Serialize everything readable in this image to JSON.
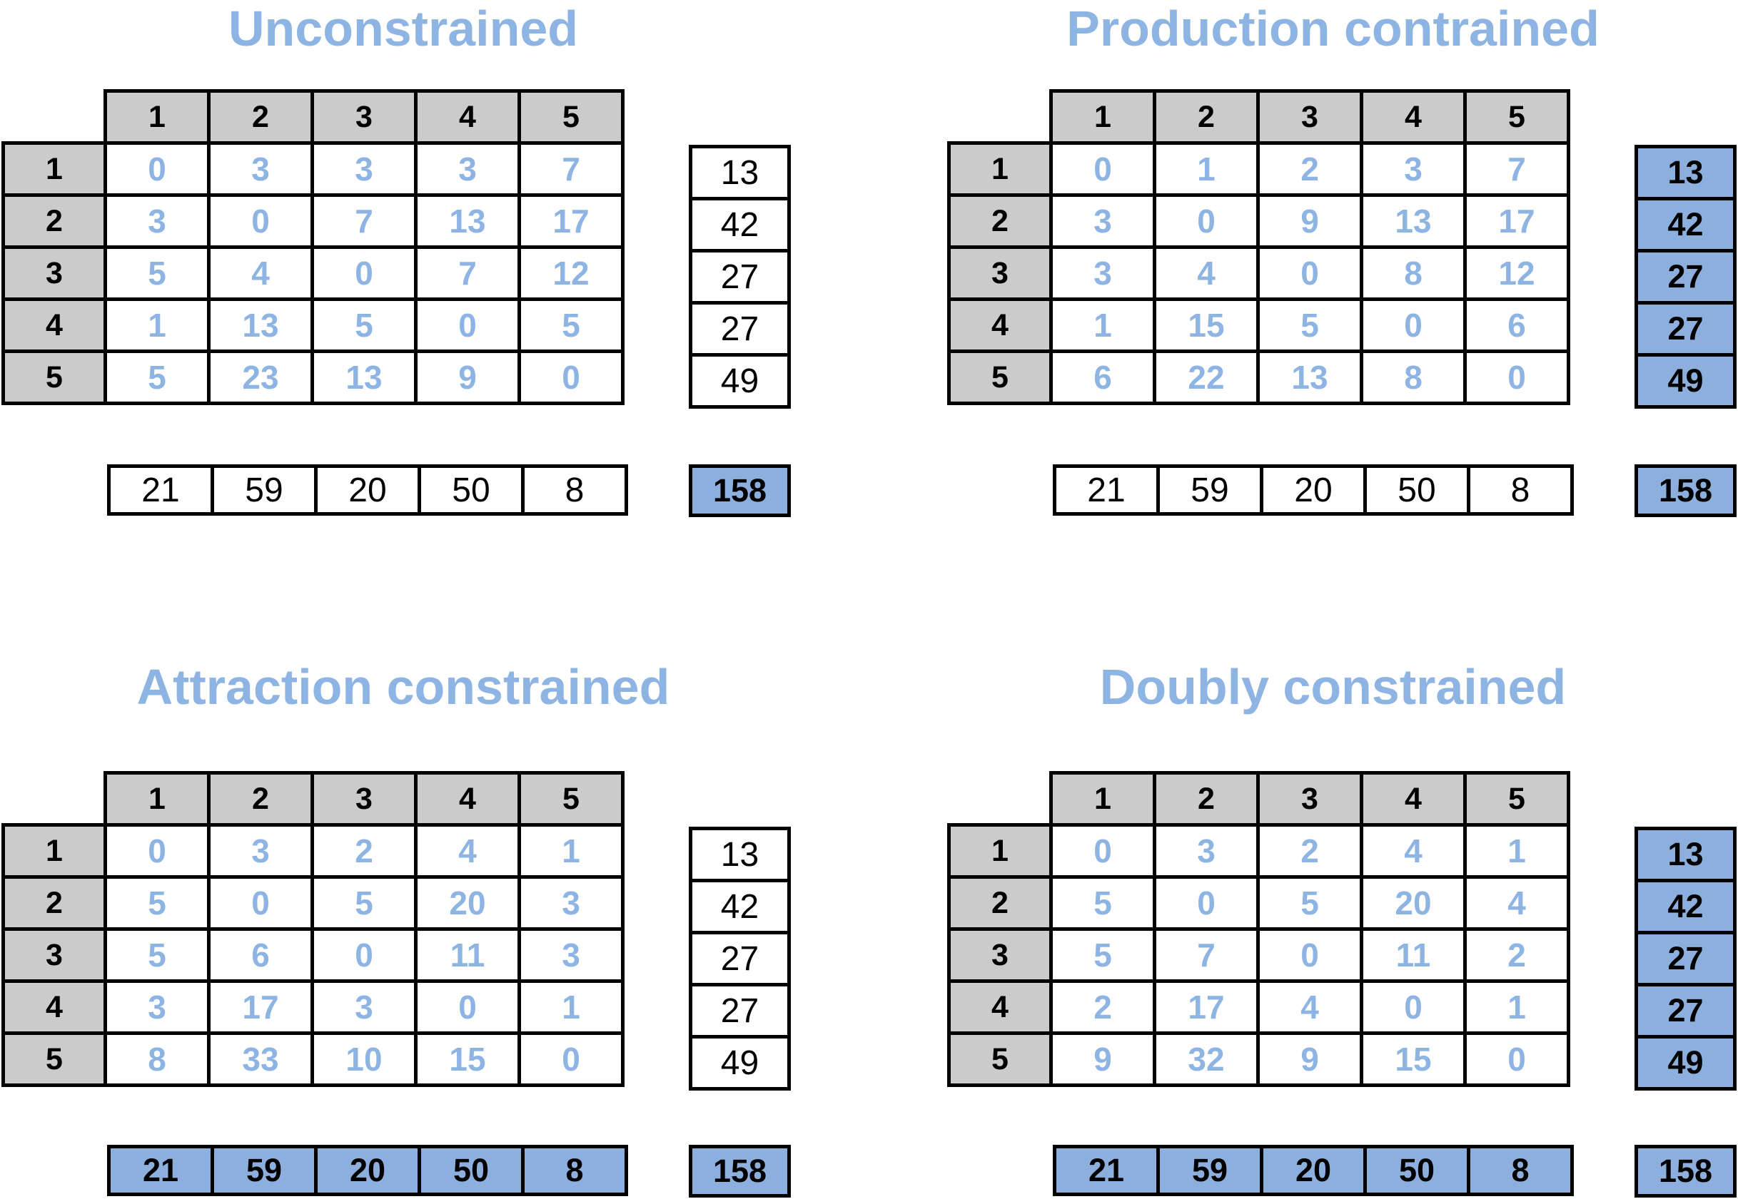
{
  "colors": {
    "accent_blue_text": "#8db4e2",
    "accent_blue_fill": "#8dafdd",
    "header_gray": "#cbcbcb",
    "border_black": "#000000",
    "background": "#ffffff"
  },
  "chart_data": [
    {
      "type": "table",
      "title": "Unconstrained",
      "col_headers": [
        "1",
        "2",
        "3",
        "4",
        "5"
      ],
      "row_headers": [
        "1",
        "2",
        "3",
        "4",
        "5"
      ],
      "matrix": [
        [
          0,
          3,
          3,
          3,
          7
        ],
        [
          3,
          0,
          7,
          13,
          17
        ],
        [
          5,
          4,
          0,
          7,
          12
        ],
        [
          1,
          13,
          5,
          0,
          5
        ],
        [
          5,
          23,
          13,
          9,
          0
        ]
      ],
      "row_sums": [
        13,
        42,
        27,
        27,
        49
      ],
      "col_sums": [
        21,
        59,
        20,
        50,
        8
      ],
      "total": 158,
      "row_sums_highlighted": false,
      "col_sums_highlighted": false
    },
    {
      "type": "table",
      "title": "Production contrained",
      "col_headers": [
        "1",
        "2",
        "3",
        "4",
        "5"
      ],
      "row_headers": [
        "1",
        "2",
        "3",
        "4",
        "5"
      ],
      "matrix": [
        [
          0,
          1,
          2,
          3,
          7
        ],
        [
          3,
          0,
          9,
          13,
          17
        ],
        [
          3,
          4,
          0,
          8,
          12
        ],
        [
          1,
          15,
          5,
          0,
          6
        ],
        [
          6,
          22,
          13,
          8,
          0
        ]
      ],
      "row_sums": [
        13,
        42,
        27,
        27,
        49
      ],
      "col_sums": [
        21,
        59,
        20,
        50,
        8
      ],
      "total": 158,
      "row_sums_highlighted": true,
      "col_sums_highlighted": false
    },
    {
      "type": "table",
      "title": "Attraction constrained",
      "col_headers": [
        "1",
        "2",
        "3",
        "4",
        "5"
      ],
      "row_headers": [
        "1",
        "2",
        "3",
        "4",
        "5"
      ],
      "matrix": [
        [
          0,
          3,
          2,
          4,
          1
        ],
        [
          5,
          0,
          5,
          20,
          3
        ],
        [
          5,
          6,
          0,
          11,
          3
        ],
        [
          3,
          17,
          3,
          0,
          1
        ],
        [
          8,
          33,
          10,
          15,
          0
        ]
      ],
      "row_sums": [
        13,
        42,
        27,
        27,
        49
      ],
      "col_sums": [
        21,
        59,
        20,
        50,
        8
      ],
      "total": 158,
      "row_sums_highlighted": false,
      "col_sums_highlighted": true
    },
    {
      "type": "table",
      "title": "Doubly constrained",
      "col_headers": [
        "1",
        "2",
        "3",
        "4",
        "5"
      ],
      "row_headers": [
        "1",
        "2",
        "3",
        "4",
        "5"
      ],
      "matrix": [
        [
          0,
          3,
          2,
          4,
          1
        ],
        [
          5,
          0,
          5,
          20,
          4
        ],
        [
          5,
          7,
          0,
          11,
          2
        ],
        [
          2,
          17,
          4,
          0,
          1
        ],
        [
          9,
          32,
          9,
          15,
          0
        ]
      ],
      "row_sums": [
        13,
        42,
        27,
        27,
        49
      ],
      "col_sums": [
        21,
        59,
        20,
        50,
        8
      ],
      "total": 158,
      "row_sums_highlighted": true,
      "col_sums_highlighted": true
    }
  ]
}
